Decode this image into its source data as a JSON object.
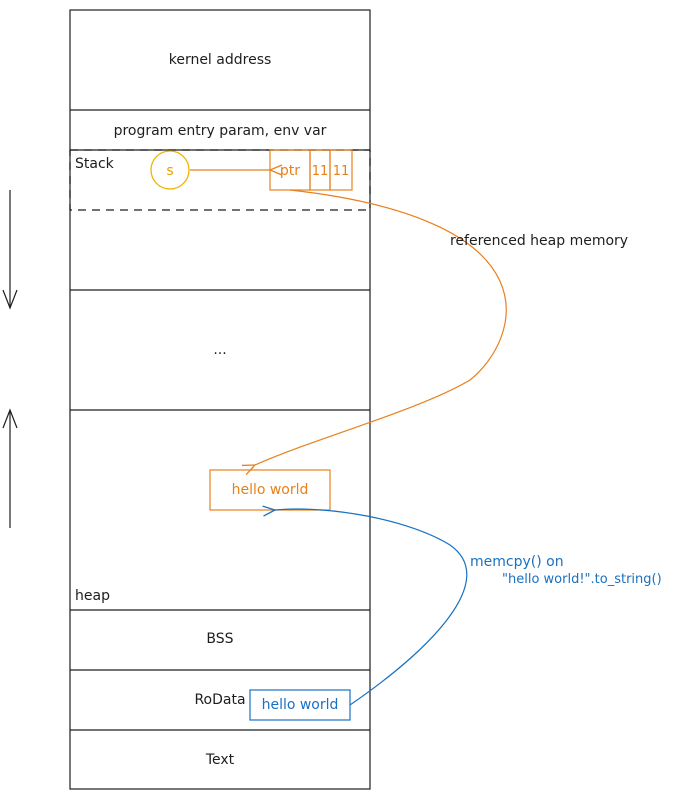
{
  "memory_layout": {
    "kernel": "kernel address",
    "entry": "program entry param, env var",
    "stack": "Stack",
    "gap": "...",
    "heap": "heap",
    "bss": "BSS",
    "rodata": "RoData",
    "text": "Text"
  },
  "stack_frame": {
    "variable": "s",
    "ptr": "ptr",
    "len": "11",
    "cap": "11"
  },
  "heap_value": "hello world",
  "rodata_value": "hello world",
  "annotations": {
    "heap_ref": "referenced heap memory",
    "memcpy_line1": "memcpy() on",
    "memcpy_line2": "\"hello world!\".to_string()"
  },
  "colors": {
    "stroke": "#1e1e1e",
    "orange": "#e8801c",
    "blue": "#1971c2"
  }
}
